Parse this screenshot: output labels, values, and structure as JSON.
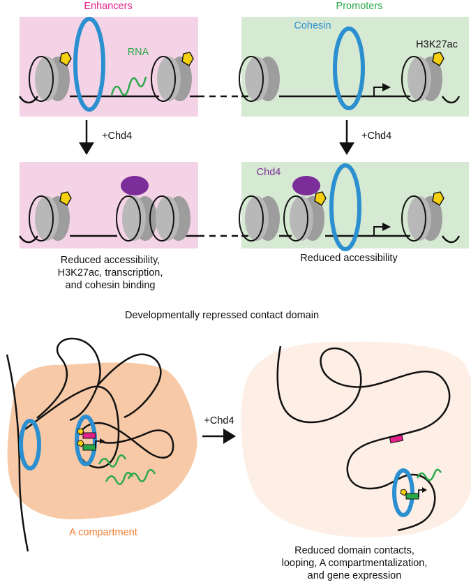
{
  "labels": {
    "enhancers": "Enhancers",
    "promoters": "Promoters",
    "rna": "RNA",
    "cohesin": "Cohesin",
    "h3k27ac": "H3K27ac",
    "chd4_top_left": "+Chd4",
    "chd4_top_right": "+Chd4",
    "chd4_protein": "Chd4",
    "reduced_left": [
      "Reduced accessibility,",
      "H3K27ac, transcription,",
      "and cohesin binding"
    ],
    "reduced_right": "Reduced accessibility",
    "domain_title": "Developmentally repressed contact domain",
    "chd4_bottom": "+Chd4",
    "a_compartment": "A compartment",
    "reduced_domain": [
      "Reduced domain contacts,",
      "looping, A compartmentalization,",
      "and gene expression"
    ]
  },
  "colors": {
    "enhancer_bg": "#f5d3e6",
    "promoter_bg": "#d6e9d2",
    "enhancer_text": "#e0218a",
    "promoter_text": "#2aa84a",
    "cohesin": "#2b8fd0",
    "rna": "#2aa84a",
    "chd4": "#7b2d9a",
    "acetyl": "#f5d00f",
    "compartment_strong": "#f7c9a6",
    "compartment_faint": "#fdefe6",
    "compartment_text": "#f07a2e",
    "enhancer_mark": "#e0218a",
    "promoter_mark": "#2aa84a",
    "nucleosome": "#9d9d9d"
  }
}
